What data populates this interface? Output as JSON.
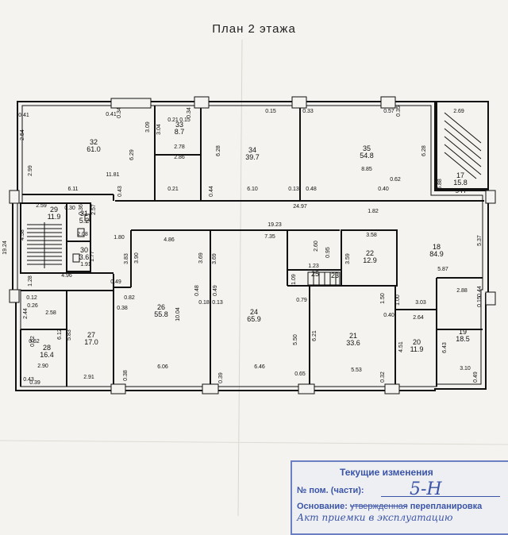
{
  "title": "План 2 этажа",
  "rooms": [
    {
      "num": "32",
      "area": "61.0"
    },
    {
      "num": "33",
      "area": "8.7"
    },
    {
      "num": "34",
      "area": "39.7"
    },
    {
      "num": "35",
      "area": "54.8"
    },
    {
      "num": "17",
      "area": "15.8"
    },
    {
      "num": "29",
      "area": "11.9"
    },
    {
      "num": "31",
      "area": "5.2"
    },
    {
      "num": "30",
      "area": "3.6"
    },
    {
      "num": "18",
      "area": "84.9"
    },
    {
      "num": "22",
      "area": "12.9"
    },
    {
      "num": "23",
      "area": ""
    },
    {
      "num": "26",
      "area": "55.8"
    },
    {
      "num": "24",
      "area": "65.9"
    },
    {
      "num": "21",
      "area": "33.6"
    },
    {
      "num": "27",
      "area": "17.0"
    },
    {
      "num": "28",
      "area": "16.4"
    },
    {
      "num": "20",
      "area": "11.9"
    },
    {
      "num": "19",
      "area": "18.5"
    },
    {
      "num": "25",
      "area": ""
    }
  ],
  "unit_label": "5-Н",
  "dimensions": [
    "0.41",
    "2.54",
    "0.41",
    "0.34",
    "3.09",
    "3.04",
    "0.21",
    "0.15",
    "0.34",
    "2.78",
    "2.86",
    "6.29",
    "11.81",
    "6.28",
    "0.15",
    "0.33",
    "0.57",
    "0.35",
    "8.85",
    "6.28",
    "2.69",
    "2.99",
    "6.11",
    "0.43",
    "0.21",
    "0.44",
    "6.10",
    "0.13",
    "0.48",
    "0.40",
    "0.62",
    "5.88",
    "24.97",
    "2.59",
    "0.30",
    "0.36",
    "2.57",
    "4.58",
    "2.08",
    "1.80",
    "19.23",
    "1.82",
    "4.86",
    "7.35",
    "2.60",
    "0.95",
    "3.58",
    "5.37",
    "1.77",
    "3.83",
    "3.90",
    "1.91",
    "3.69",
    "3.69",
    "3.59",
    "1.23",
    "5.87",
    "1.28",
    "4.96",
    "0.49",
    "1.09",
    "0.79",
    "1.50",
    "1.00",
    "3.03",
    "0.44",
    "2.88",
    "0.15",
    "0.82",
    "0.48",
    "0.49",
    "0.13",
    "0.18",
    "0.40",
    "2.64",
    "0.12",
    "0.26",
    "2.58",
    "0.38",
    "10.04",
    "5.50",
    "6.21",
    "4.51",
    "6.43",
    "2.44",
    "5.83",
    "0.62",
    "6.12",
    "0.62",
    "6.06",
    "6.46",
    "5.53",
    "3.10",
    "2.90",
    "2.91",
    "0.38",
    "0.39",
    "0.65",
    "0.32",
    "0.49",
    "0.43",
    "0.39",
    "19.24"
  ],
  "stamp": {
    "heading": "Текущие изменения",
    "room_label": "№ пом. (части):",
    "room_value": "5-Н",
    "basis_label": "Основание:",
    "basis_struck": "утвержденная",
    "basis_rest": "перепланировка",
    "handwritten": "Акт приемки в эксплуатацию"
  }
}
